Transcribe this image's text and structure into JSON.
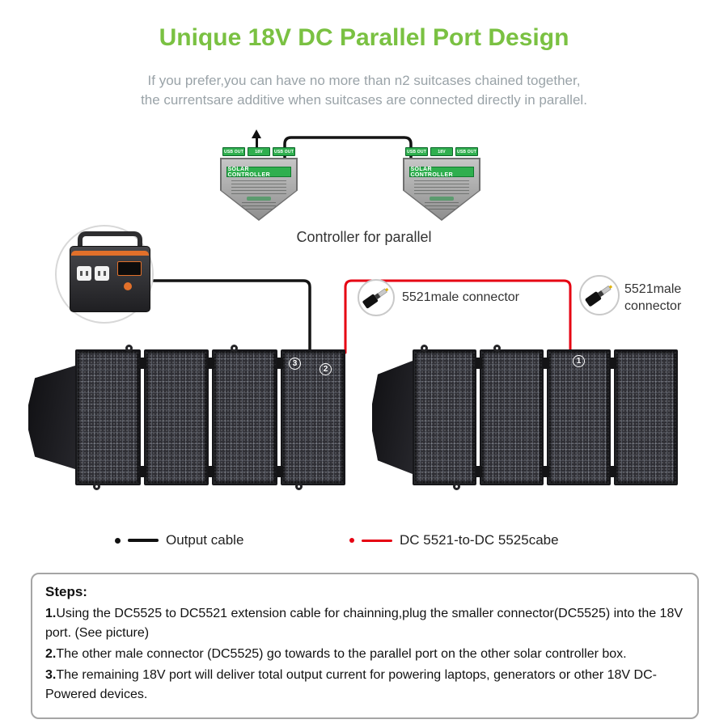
{
  "title": "Unique 18V DC Parallel Port Design",
  "subtitle": {
    "line1": "If you prefer,you can have no more than n2 suitcases chained together,",
    "line2": "the currentsare additive when suitcases are connected directly in parallel."
  },
  "controller": {
    "label": "SOLAR CONTROLLER",
    "caption": "Controller for parallel",
    "ports": [
      "USB OUT",
      "18V",
      "USB OUT"
    ]
  },
  "callouts": {
    "connector1": "5521male connector",
    "connector2_line1": "5521male",
    "connector2_line2": "connector"
  },
  "badges": {
    "left_a": "3",
    "left_b": "2",
    "right_a": "1"
  },
  "legend": {
    "output_cable": "Output cable",
    "dc_cable": "DC 5521-to-DC 5525cabe"
  },
  "steps": {
    "heading": "Steps:",
    "items": [
      {
        "num": "1.",
        "text": "Using the DC5525 to DC5521 extension cable for chainning,plug the smaller connector(DC5525) into the 18V port. (See picture)"
      },
      {
        "num": "2.",
        "text": "The other male connector (DC5525) go towards to the parallel port on the other solar controller box."
      },
      {
        "num": "3.",
        "text": "The remaining 18V port will deliver total output current for powering laptops, generators or other 18V DC-Powered devices."
      }
    ]
  },
  "colors": {
    "title_green": "#7ac142",
    "banner_green": "#2faf4e",
    "cable_black": "#141414",
    "cable_red": "#e60012"
  }
}
